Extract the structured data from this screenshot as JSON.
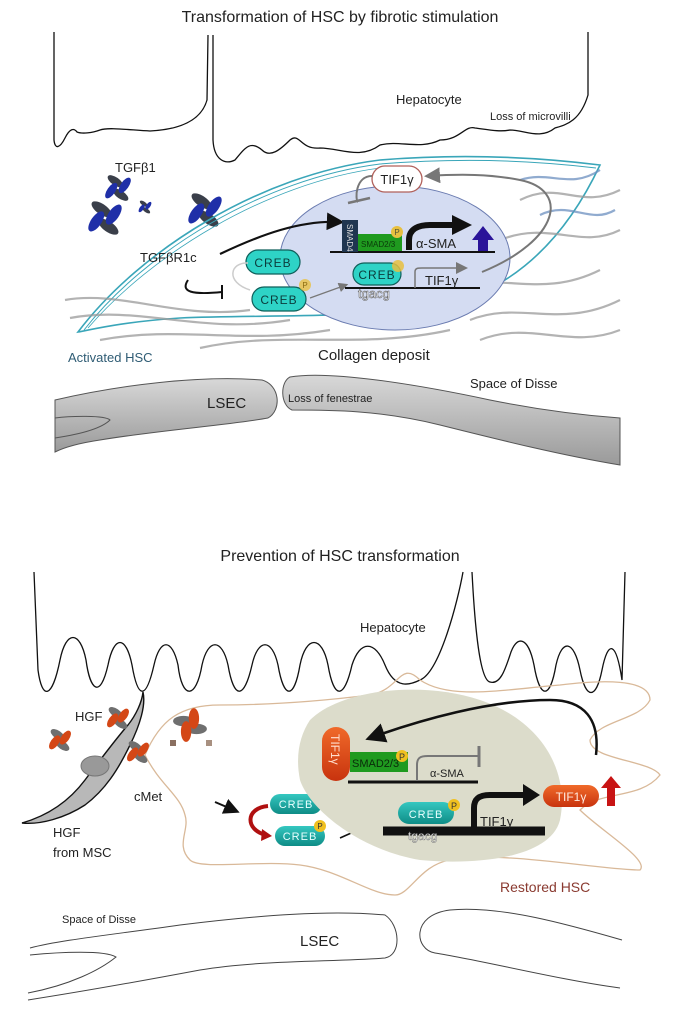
{
  "panel_top": {
    "title": "Transformation of HSC by fibrotic stimulation",
    "hepatocyte": "Hepatocyte",
    "loss_microvilli": "Loss of microvilli",
    "tgfb1": "TGFβ1",
    "tgfbr1c": "TGFβR1c",
    "creb": "CREB",
    "creb_p": "CREB",
    "p": "P",
    "smad4": "SMAD4",
    "smad23": "SMAD2/3",
    "asma": "α-SMA",
    "creb_nuc": "CREB",
    "tgacg": "tgacg",
    "tif1g_gene": "TIF1γ",
    "tif1g_protein": "TIF1γ",
    "activated_hsc": "Activated HSC",
    "collagen": "Collagen deposit",
    "space_disse": "Space of Disse",
    "lsec": "LSEC",
    "loss_fenestrae": "Loss of fenestrae",
    "colors": {
      "hsc_outline": "#3aa6b9",
      "nucleus": "#d4dcf2",
      "creb": "#2ed3c6",
      "smad23": "#1f9a1f",
      "smad4": "#1f3550",
      "upregulate": "#2a1499",
      "tif1g_outline": "#b0605a"
    }
  },
  "panel_bottom": {
    "title": "Prevention of HSC transformation",
    "hepatocyte": "Hepatocyte",
    "hgf": "HGF",
    "hgf_from_msc_1": "HGF",
    "hgf_from_msc_2": "from MSC",
    "cmet": "cMet",
    "creb": "CREB",
    "creb_p": "CREB",
    "p": "P",
    "tif1g_bound": "TIF1γ",
    "smad23": "SMAD2/3",
    "asma": "α-SMA",
    "creb_nuc": "CREB",
    "tgacg": "tgacg",
    "tif1g_gene": "TIF1γ",
    "tif1g_protein": "TIF1γ",
    "restored_hsc": "Restored HSC",
    "space_disse": "Space of Disse",
    "lsec": "LSEC",
    "colors": {
      "hsc_outline": "#d9b999",
      "nucleus": "#dcdccb",
      "creb": "#14a8a0",
      "tif1g": "#e0461a",
      "upregulate": "#c81414",
      "smad23": "#1f9a1f"
    }
  }
}
